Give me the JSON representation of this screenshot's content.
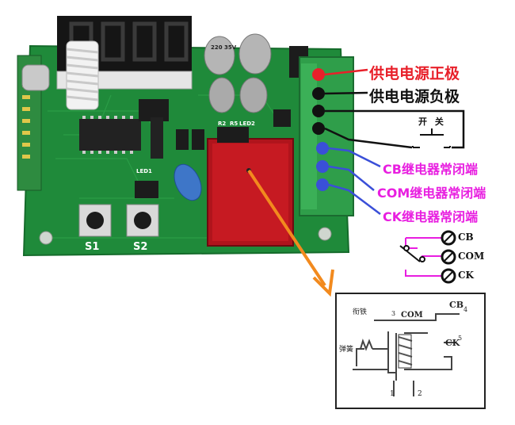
{
  "labels": {
    "positive": "供电电源正极",
    "negative": "供电电源负极",
    "switch": "开 关",
    "cb_terminal": "CB继电器常闭端",
    "com_terminal": "COM继电器常闭端",
    "ck_terminal": "CK继电器常闭端"
  },
  "symbol": {
    "cb": "CB",
    "com": "COM",
    "ck": "CK"
  },
  "board": {
    "s1": "S1",
    "s2": "S2",
    "led1": "LED1",
    "r2": "R2",
    "r5": "R5",
    "led2": "LED2",
    "cap_text": "220 35V"
  },
  "relay_diagram": {
    "armature": "衔铁",
    "spring": "弹簧",
    "com": "COM",
    "cb": "CB",
    "ck": "CK",
    "n3": "3",
    "n4": "4",
    "n5": "5",
    "n1": "1",
    "n2": "2"
  },
  "colors": {
    "pcb": "#1f8a3a",
    "terminal": "#2f9e4a",
    "red_label": "#e8202a",
    "magenta_label": "#e81ee0",
    "blue_wire": "#3a4fd8",
    "arrow": "#f28a1e"
  }
}
